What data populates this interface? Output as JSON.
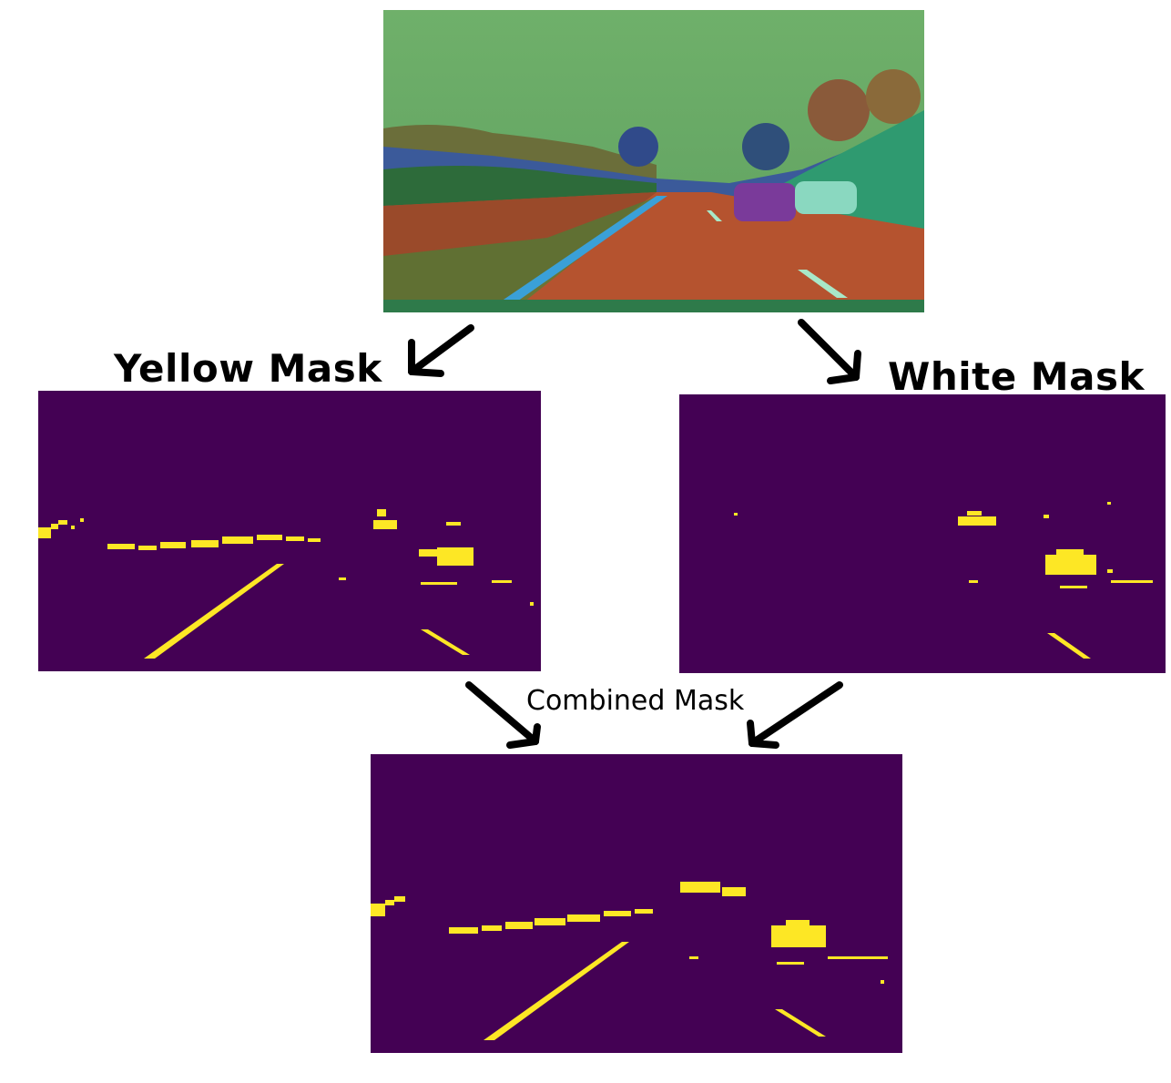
{
  "labels": {
    "yellow_mask": "Yellow Mask",
    "white_mask": "White Mask",
    "combined_mask": "Combined Mask"
  },
  "colors": {
    "mask_background": "#440154",
    "mask_foreground": "#fde725",
    "arrow": "#000000",
    "source_sky": "#5aa85a",
    "source_road": "#a0522d"
  },
  "panels": {
    "source": "hsl-converted-road-image",
    "yellow": "yellow-mask-image",
    "white": "white-mask-image",
    "combined": "combined-mask-image"
  }
}
